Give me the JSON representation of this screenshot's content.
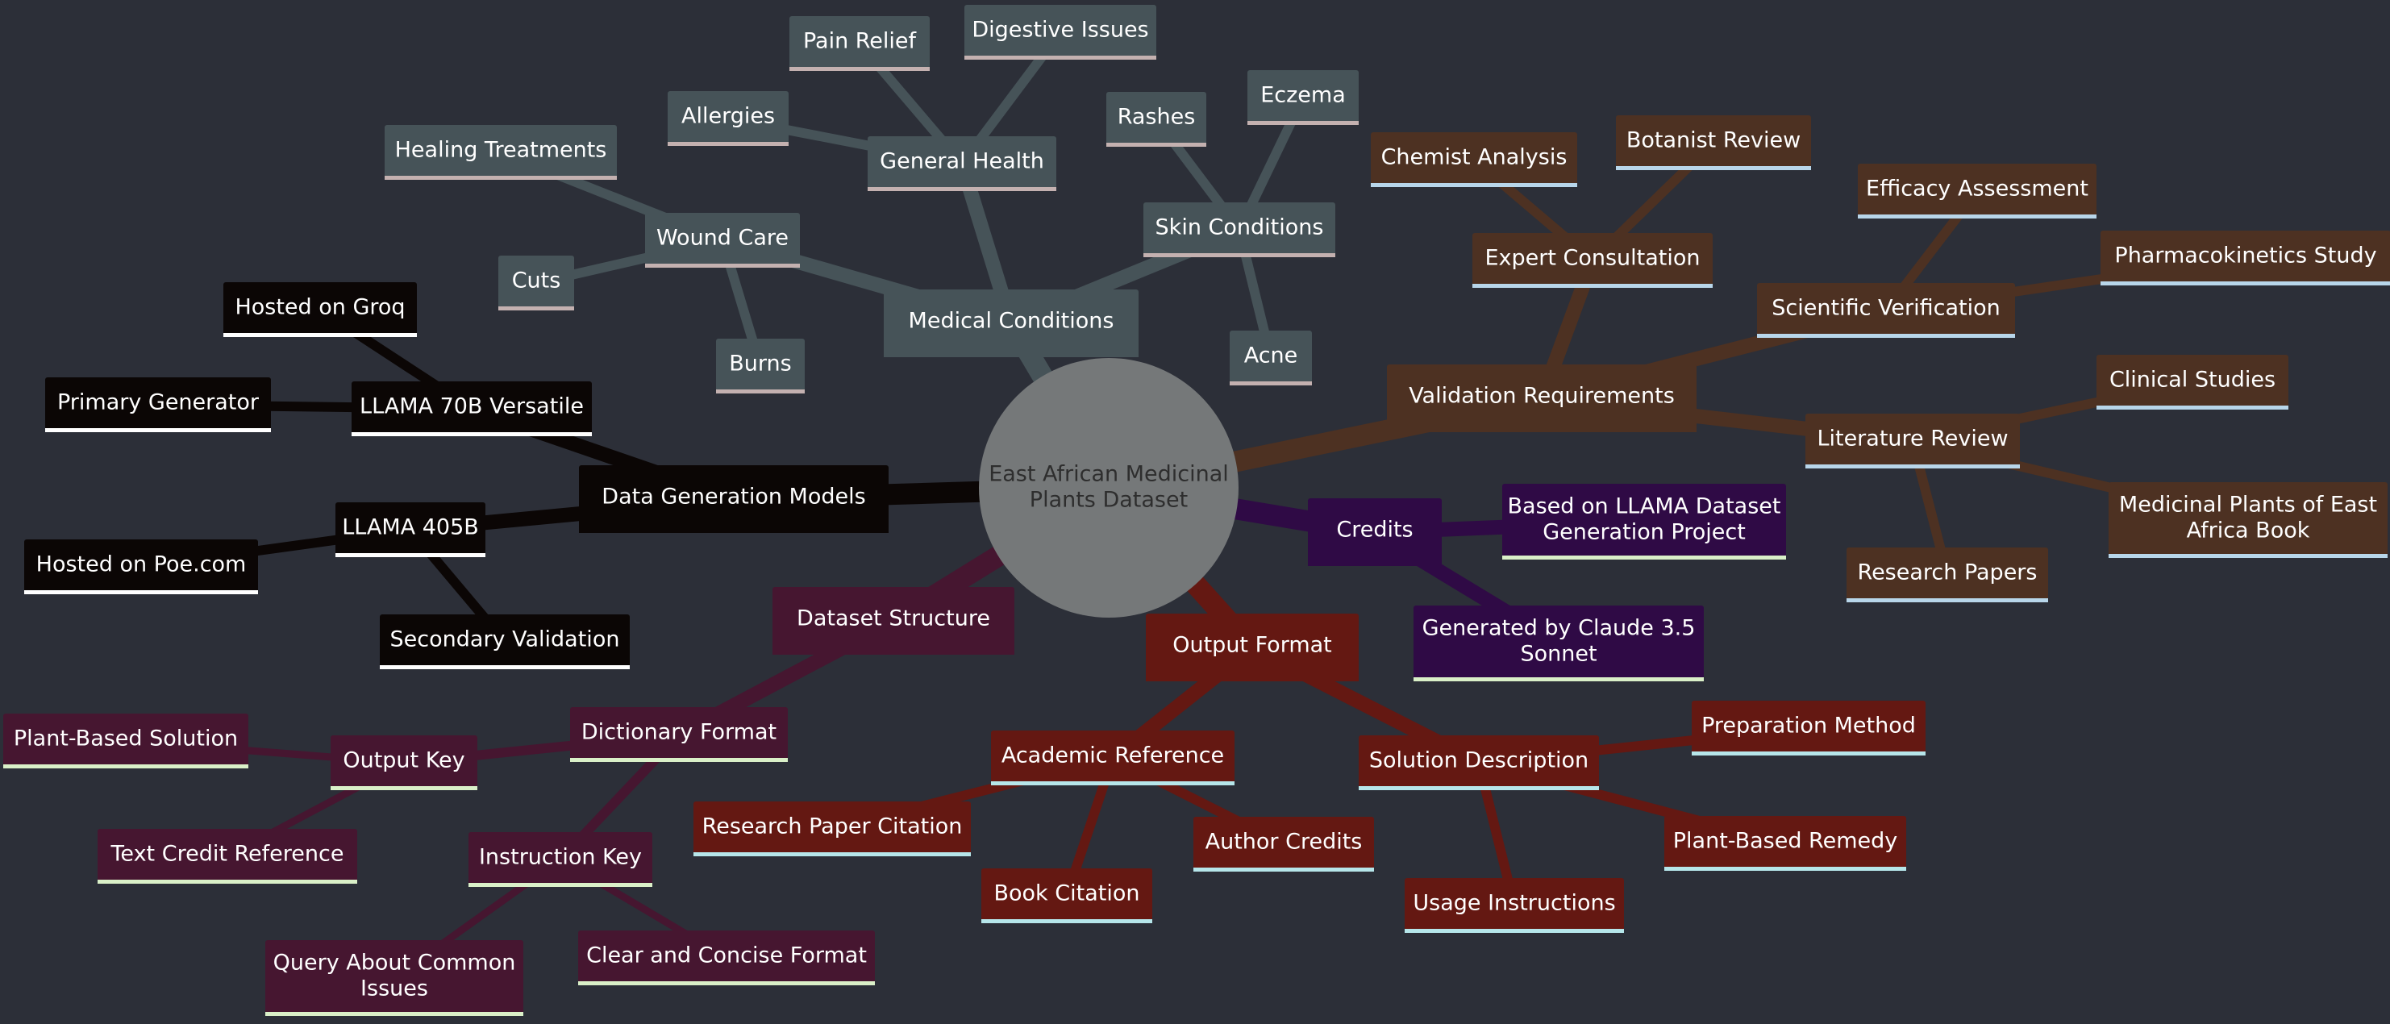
{
  "diagram": {
    "type": "mindmap",
    "root": {
      "lines": [
        "East African Medicinal",
        "Plants Dataset"
      ],
      "color": "#757879"
    },
    "colors": {
      "medical": "#465358",
      "validation": "#4d3122",
      "credits": "#2f0a45",
      "output": "#641812",
      "structure": "#461630",
      "models": "#0b0605",
      "underline_light": "#c4b1b0",
      "underline_blue": "#b8d6ea",
      "underline_cyan": "#b6e6ea",
      "underline_green": "#daf0c8",
      "underline_white": "#ffffff"
    },
    "nodes": [
      {
        "id": "medical-conditions",
        "parent": "root",
        "lines": [
          "Medical Conditions"
        ],
        "group": "medical",
        "level": 1
      },
      {
        "id": "wound-care",
        "parent": "medical-conditions",
        "lines": [
          "Wound Care"
        ],
        "group": "medical",
        "level": 2
      },
      {
        "id": "healing-treatments",
        "parent": "wound-care",
        "lines": [
          "Healing Treatments"
        ],
        "group": "medical",
        "level": 3
      },
      {
        "id": "cuts",
        "parent": "wound-care",
        "lines": [
          "Cuts"
        ],
        "group": "medical",
        "level": 3
      },
      {
        "id": "burns",
        "parent": "wound-care",
        "lines": [
          "Burns"
        ],
        "group": "medical",
        "level": 3
      },
      {
        "id": "general-health",
        "parent": "medical-conditions",
        "lines": [
          "General Health"
        ],
        "group": "medical",
        "level": 2
      },
      {
        "id": "pain-relief",
        "parent": "general-health",
        "lines": [
          "Pain Relief"
        ],
        "group": "medical",
        "level": 3
      },
      {
        "id": "digestive-issues",
        "parent": "general-health",
        "lines": [
          "Digestive Issues"
        ],
        "group": "medical",
        "level": 3
      },
      {
        "id": "allergies",
        "parent": "general-health",
        "lines": [
          "Allergies"
        ],
        "group": "medical",
        "level": 3
      },
      {
        "id": "skin-conditions",
        "parent": "medical-conditions",
        "lines": [
          "Skin Conditions"
        ],
        "group": "medical",
        "level": 2
      },
      {
        "id": "rashes",
        "parent": "skin-conditions",
        "lines": [
          "Rashes"
        ],
        "group": "medical",
        "level": 3
      },
      {
        "id": "eczema",
        "parent": "skin-conditions",
        "lines": [
          "Eczema"
        ],
        "group": "medical",
        "level": 3
      },
      {
        "id": "acne",
        "parent": "skin-conditions",
        "lines": [
          "Acne"
        ],
        "group": "medical",
        "level": 3
      },
      {
        "id": "validation-requirements",
        "parent": "root",
        "lines": [
          "Validation Requirements"
        ],
        "group": "validation",
        "level": 1
      },
      {
        "id": "expert-consultation",
        "parent": "validation-requirements",
        "lines": [
          "Expert Consultation"
        ],
        "group": "validation",
        "level": 2
      },
      {
        "id": "chemist-analysis",
        "parent": "expert-consultation",
        "lines": [
          "Chemist Analysis"
        ],
        "group": "validation",
        "level": 3
      },
      {
        "id": "botanist-review",
        "parent": "expert-consultation",
        "lines": [
          "Botanist Review"
        ],
        "group": "validation",
        "level": 3
      },
      {
        "id": "scientific-verification",
        "parent": "validation-requirements",
        "lines": [
          "Scientific Verification"
        ],
        "group": "validation",
        "level": 2
      },
      {
        "id": "efficacy-assessment",
        "parent": "scientific-verification",
        "lines": [
          "Efficacy Assessment"
        ],
        "group": "validation",
        "level": 3
      },
      {
        "id": "pharmacokinetics-study",
        "parent": "scientific-verification",
        "lines": [
          "Pharmacokinetics Study"
        ],
        "group": "validation",
        "level": 3
      },
      {
        "id": "literature-review",
        "parent": "validation-requirements",
        "lines": [
          "Literature Review"
        ],
        "group": "validation",
        "level": 2
      },
      {
        "id": "clinical-studies",
        "parent": "literature-review",
        "lines": [
          "Clinical Studies"
        ],
        "group": "validation",
        "level": 3
      },
      {
        "id": "medicinal-plants-book",
        "parent": "literature-review",
        "lines": [
          "Medicinal Plants of East",
          "Africa Book"
        ],
        "group": "validation",
        "level": 3
      },
      {
        "id": "research-papers",
        "parent": "literature-review",
        "lines": [
          "Research Papers"
        ],
        "group": "validation",
        "level": 3
      },
      {
        "id": "credits",
        "parent": "root",
        "lines": [
          "Credits"
        ],
        "group": "credits",
        "level": 1
      },
      {
        "id": "based-on-llama",
        "parent": "credits",
        "lines": [
          "Based on LLAMA Dataset",
          "Generation Project"
        ],
        "group": "credits",
        "level": 2
      },
      {
        "id": "generated-by-claude",
        "parent": "credits",
        "lines": [
          "Generated by Claude 3.5",
          "Sonnet"
        ],
        "group": "credits",
        "level": 2
      },
      {
        "id": "output-format",
        "parent": "root",
        "lines": [
          "Output Format"
        ],
        "group": "output",
        "level": 1
      },
      {
        "id": "academic-reference",
        "parent": "output-format",
        "lines": [
          "Academic Reference"
        ],
        "group": "output",
        "level": 2
      },
      {
        "id": "research-paper-citation",
        "parent": "academic-reference",
        "lines": [
          "Research Paper Citation"
        ],
        "group": "output",
        "level": 3
      },
      {
        "id": "book-citation",
        "parent": "academic-reference",
        "lines": [
          "Book Citation"
        ],
        "group": "output",
        "level": 3
      },
      {
        "id": "author-credits",
        "parent": "academic-reference",
        "lines": [
          "Author Credits"
        ],
        "group": "output",
        "level": 3
      },
      {
        "id": "solution-description",
        "parent": "output-format",
        "lines": [
          "Solution Description"
        ],
        "group": "output",
        "level": 2
      },
      {
        "id": "preparation-method",
        "parent": "solution-description",
        "lines": [
          "Preparation Method"
        ],
        "group": "output",
        "level": 3
      },
      {
        "id": "plant-based-remedy",
        "parent": "solution-description",
        "lines": [
          "Plant-Based Remedy"
        ],
        "group": "output",
        "level": 3
      },
      {
        "id": "usage-instructions",
        "parent": "solution-description",
        "lines": [
          "Usage Instructions"
        ],
        "group": "output",
        "level": 3
      },
      {
        "id": "dataset-structure",
        "parent": "root",
        "lines": [
          "Dataset Structure"
        ],
        "group": "structure",
        "level": 1
      },
      {
        "id": "dictionary-format",
        "parent": "dataset-structure",
        "lines": [
          "Dictionary Format"
        ],
        "group": "structure",
        "level": 2
      },
      {
        "id": "output-key",
        "parent": "dictionary-format",
        "lines": [
          "Output Key"
        ],
        "group": "structure",
        "level": 3
      },
      {
        "id": "plant-based-solution",
        "parent": "output-key",
        "lines": [
          "Plant-Based Solution"
        ],
        "group": "structure",
        "level": 4
      },
      {
        "id": "text-credit-reference",
        "parent": "output-key",
        "lines": [
          "Text Credit Reference"
        ],
        "group": "structure",
        "level": 4
      },
      {
        "id": "instruction-key",
        "parent": "dictionary-format",
        "lines": [
          "Instruction Key"
        ],
        "group": "structure",
        "level": 3
      },
      {
        "id": "query-common-issues",
        "parent": "instruction-key",
        "lines": [
          "Query About Common",
          "Issues"
        ],
        "group": "structure",
        "level": 4
      },
      {
        "id": "clear-concise-format",
        "parent": "instruction-key",
        "lines": [
          "Clear and Concise Format"
        ],
        "group": "structure",
        "level": 4
      },
      {
        "id": "data-generation-models",
        "parent": "root",
        "lines": [
          "Data Generation Models"
        ],
        "group": "models",
        "level": 1
      },
      {
        "id": "llama-70b",
        "parent": "data-generation-models",
        "lines": [
          "LLAMA 70B Versatile"
        ],
        "group": "models",
        "level": 2
      },
      {
        "id": "hosted-on-groq",
        "parent": "llama-70b",
        "lines": [
          "Hosted on Groq"
        ],
        "group": "models",
        "level": 3
      },
      {
        "id": "primary-generator",
        "parent": "llama-70b",
        "lines": [
          "Primary Generator"
        ],
        "group": "models",
        "level": 3
      },
      {
        "id": "llama-405b",
        "parent": "data-generation-models",
        "lines": [
          "LLAMA 405B"
        ],
        "group": "models",
        "level": 2
      },
      {
        "id": "hosted-on-poe",
        "parent": "llama-405b",
        "lines": [
          "Hosted on Poe.com"
        ],
        "group": "models",
        "level": 3
      },
      {
        "id": "secondary-validation",
        "parent": "llama-405b",
        "lines": [
          "Secondary Validation"
        ],
        "group": "models",
        "level": 3
      }
    ]
  }
}
